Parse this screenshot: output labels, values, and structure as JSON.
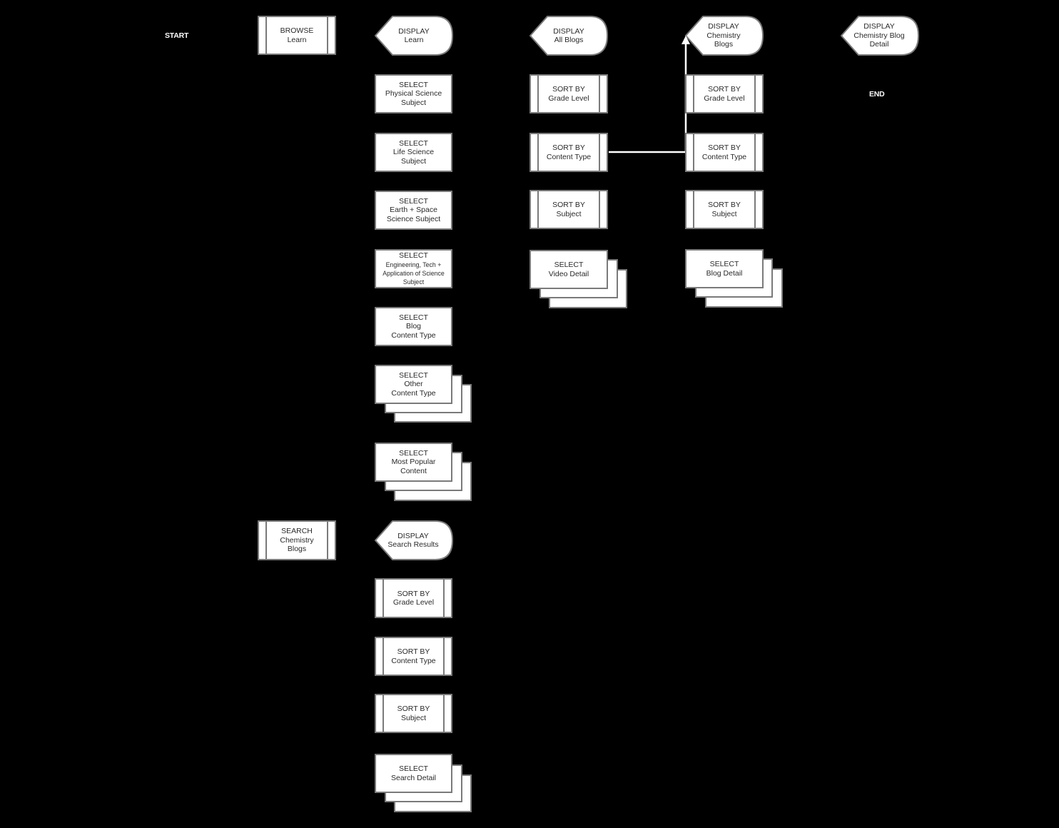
{
  "diagram": {
    "colors": {
      "background": "#000000",
      "node_fill": "#ffffff",
      "node_border": "#7a7a7a",
      "connector": "#ffffff",
      "node_text": "#2a2a2a"
    },
    "terminals": {
      "start": "START",
      "end": "END"
    },
    "main_flow": {
      "browse": {
        "verb": "BROWSE",
        "object": "Learn"
      },
      "display_learn": {
        "verb": "DISPLAY",
        "object": "Learn"
      },
      "display_all_blogs": {
        "verb": "DISPLAY",
        "object": "All Blogs"
      },
      "display_chem_blogs": {
        "verb": "DISPLAY",
        "line1": "Chemistry",
        "line2": "Blogs"
      },
      "display_chem_detail": {
        "verb": "DISPLAY",
        "line1": "Chemistry Blog",
        "line2": "Detail"
      }
    },
    "learn_options": [
      {
        "verb": "SELECT",
        "line1": "Physical Science",
        "line2": "Subject"
      },
      {
        "verb": "SELECT",
        "line1": "Life Science",
        "line2": "Subject"
      },
      {
        "verb": "SELECT",
        "line1": "Earth + Space",
        "line2": "Science Subject"
      },
      {
        "verb": "SELECT",
        "line1": "Engineering, Tech +",
        "line2": "Application of Science",
        "line3": "Subject"
      },
      {
        "verb": "SELECT",
        "line1": "Blog",
        "line2": "Content Type"
      },
      {
        "verb": "SELECT",
        "line1": "Other",
        "line2": "Content Type"
      },
      {
        "verb": "SELECT",
        "line1": "Most Popular",
        "line2": "Content"
      }
    ],
    "all_blogs_options": [
      {
        "verb": "SORT BY",
        "object": "Grade Level"
      },
      {
        "verb": "SORT BY",
        "object": "Content Type"
      },
      {
        "verb": "SORT BY",
        "object": "Subject"
      },
      {
        "verb": "SELECT",
        "object": "Video Detail"
      }
    ],
    "chem_blogs_options": [
      {
        "verb": "SORT BY",
        "object": "Grade Level"
      },
      {
        "verb": "SORT BY",
        "object": "Content Type"
      },
      {
        "verb": "SORT BY",
        "object": "Subject"
      },
      {
        "verb": "SELECT",
        "object": "Blog Detail"
      }
    ],
    "search_flow": {
      "search": {
        "verb": "SEARCH",
        "line1": "Chemistry",
        "line2": "Blogs"
      },
      "display_results": {
        "verb": "DISPLAY",
        "object": "Search Results"
      },
      "options": [
        {
          "verb": "SORT BY",
          "object": "Grade Level"
        },
        {
          "verb": "SORT BY",
          "object": "Content Type"
        },
        {
          "verb": "SORT BY",
          "object": "Subject"
        },
        {
          "verb": "SELECT",
          "object": "Search Detail"
        }
      ]
    }
  }
}
